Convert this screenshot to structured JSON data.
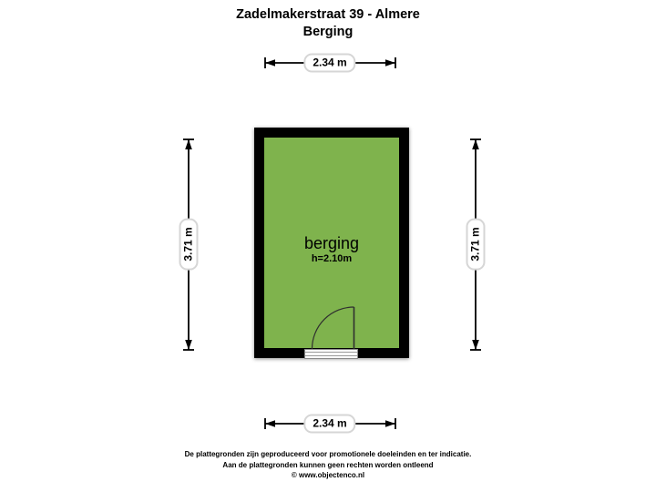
{
  "header": {
    "title": "Zadelmakerstraat 39 - Almere",
    "subtitle": "Berging"
  },
  "room": {
    "name": "berging",
    "ceiling_height": "h=2.10m"
  },
  "dimensions": {
    "top": "2.34 m",
    "bottom": "2.34 m",
    "left": "3.71 m",
    "right": "3.71 m"
  },
  "colors": {
    "floor": "#7FB34D",
    "wall": "#000000",
    "dimension_label_border": "#d6d6d6"
  },
  "footer": {
    "line1": "De plattegronden zijn geproduceerd voor promotionele doeleinden en ter indicatie.",
    "line2": "Aan de plattegronden kunnen geen rechten worden ontleend",
    "line3": "© www.objectenco.nl"
  }
}
